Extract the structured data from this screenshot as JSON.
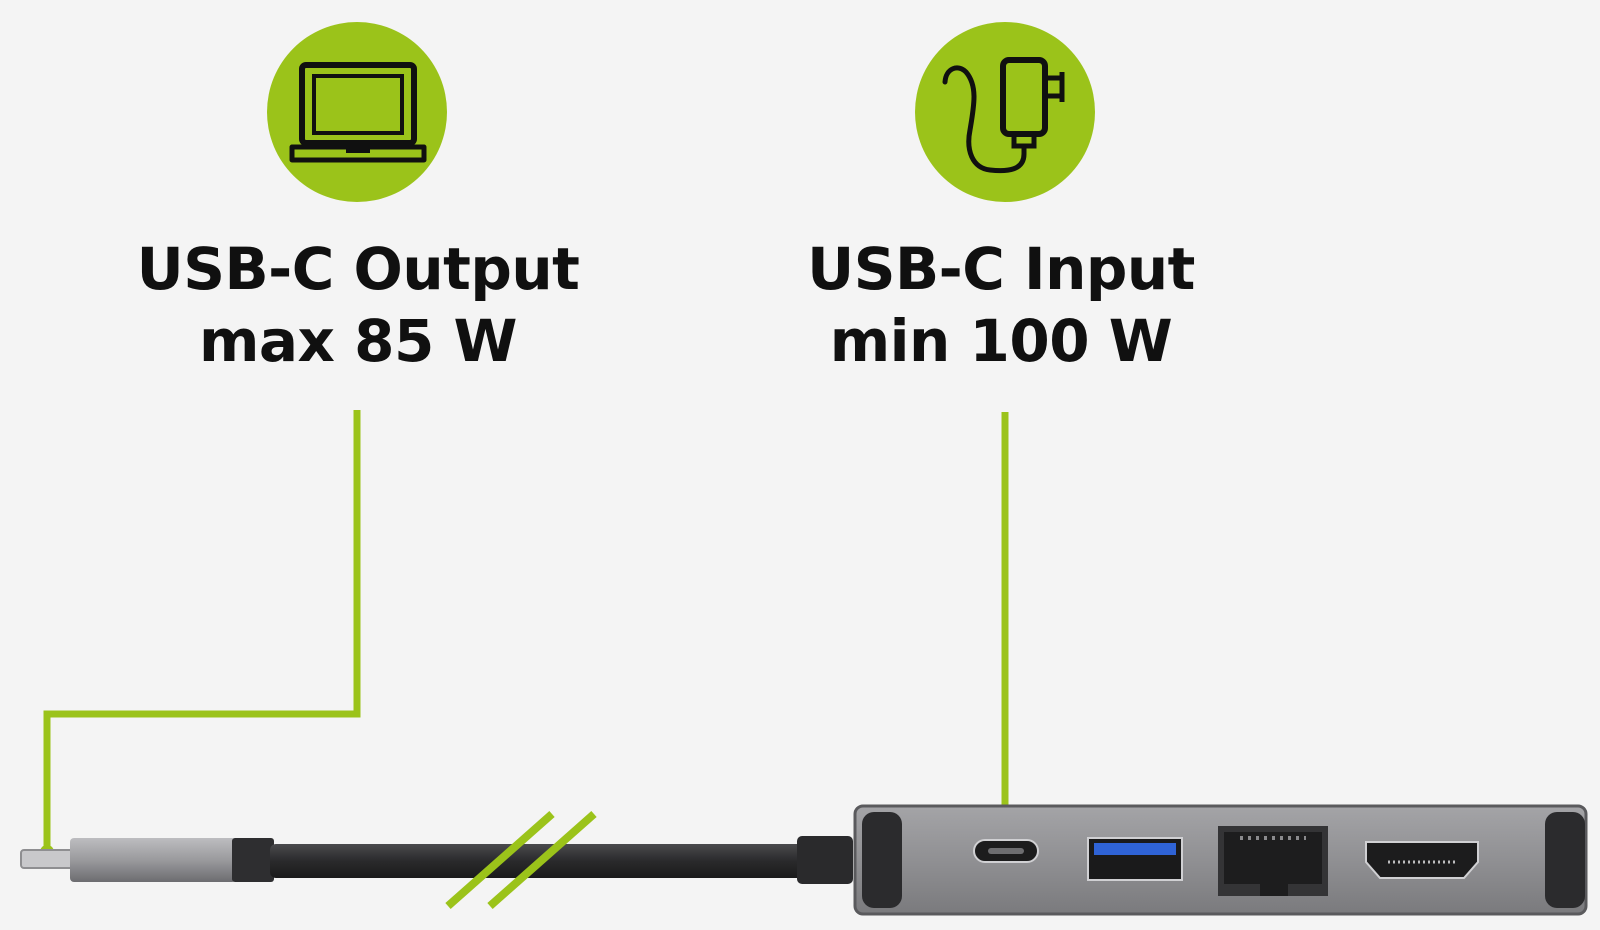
{
  "output": {
    "title": "USB-C Output",
    "subtitle": "max 85 W",
    "icon": "laptop-icon"
  },
  "input": {
    "title": "USB-C Input",
    "subtitle": "min 100 W",
    "icon": "power-adapter-icon"
  },
  "colors": {
    "accent": "#9bc31a",
    "text": "#101010",
    "background": "#f4f4f4",
    "hub_body": "#8c8c8f",
    "cable": "#2a2a2c"
  }
}
